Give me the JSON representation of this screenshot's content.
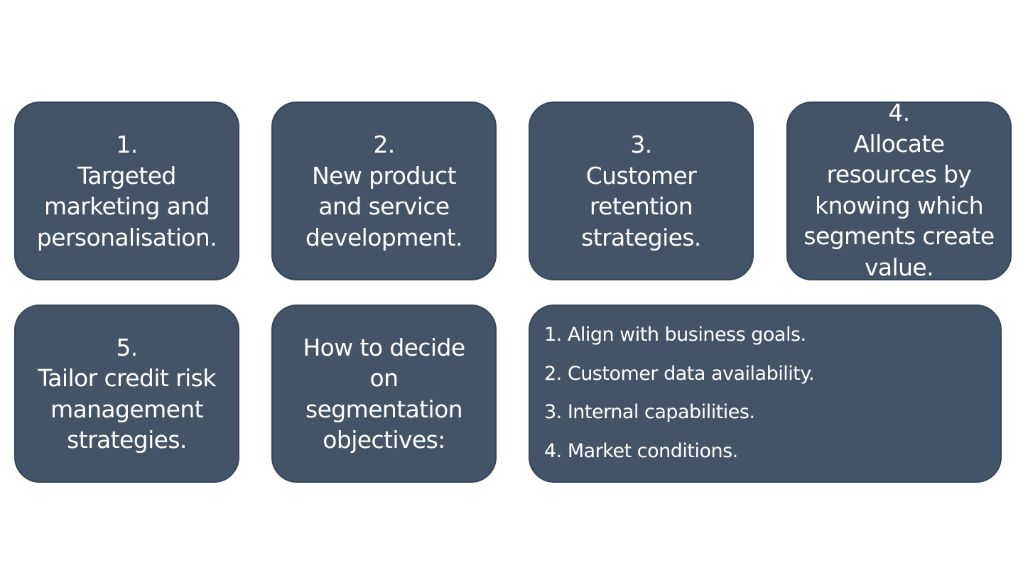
{
  "cards": [
    {
      "number": "1.",
      "lines": [
        "Targeted",
        "marketing and",
        "personalisation."
      ]
    },
    {
      "number": "2.",
      "lines": [
        "New product",
        "and service",
        "development."
      ]
    },
    {
      "number": "3.",
      "lines": [
        "Customer",
        "retention",
        "strategies."
      ]
    },
    {
      "number": "4.",
      "lines": [
        "Allocate",
        "resources by",
        "knowing which",
        "segments create",
        "value."
      ]
    },
    {
      "number": "5.",
      "lines": [
        "Tailor credit risk",
        "management",
        "strategies."
      ]
    }
  ],
  "decide_card": {
    "lines": [
      "How to decide",
      "on",
      "segmentation",
      "objectives:"
    ]
  },
  "criteria": [
    "1. Align with business goals.",
    "2. Customer data availability.",
    "3. Internal capabilities.",
    "4. Market conditions."
  ],
  "colors": {
    "card_fill": "#435468",
    "card_border": "#35465a",
    "text": "#ffffff",
    "background": "#ffffff"
  }
}
